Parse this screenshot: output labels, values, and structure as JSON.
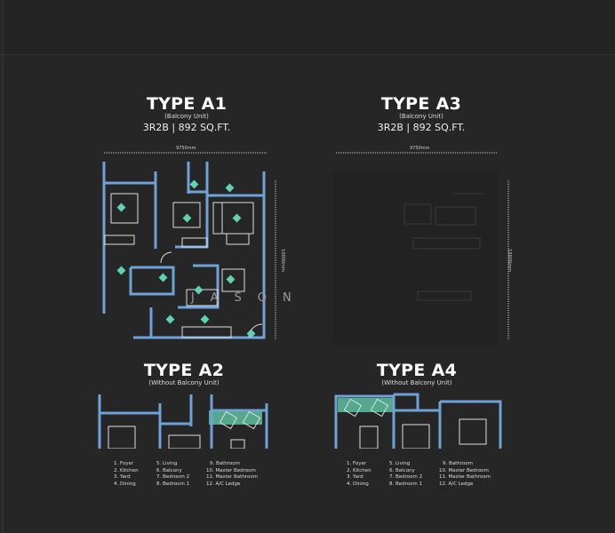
{
  "units": [
    {
      "title": "TYPE A1",
      "subtitle": "(Balcony Unit)",
      "spec": "3R2B | 892 SQ.FT.",
      "width_dim": "9750mm",
      "height_dim": "10000mm"
    },
    {
      "title": "TYPE A3",
      "subtitle": "(Balcony Unit)",
      "spec": "3R2B | 892 SQ.FT.",
      "width_dim": "9750mm",
      "height_dim": "10000mm"
    },
    {
      "title": "TYPE A2",
      "subtitle": "(Without Balcony Unit)"
    },
    {
      "title": "TYPE A4",
      "subtitle": "(Without Balcony Unit)"
    }
  ],
  "legend": [
    "1. Foyer",
    "2. Kitchen",
    "3. Yard",
    "4. Dining",
    "5. Living",
    "6. Balcony",
    "7. Bedroom 2",
    "8. Bedroom 1",
    "9. Bathroom",
    "10. Master Bedroom",
    "11. Master Bathroom",
    "12. A/C Ledge"
  ],
  "watermark": "JASON",
  "colors": {
    "background": "#262626",
    "wall": "#6fa3d8",
    "marker": "#5fd1b5",
    "balcony_fill": "#5fc9a8"
  }
}
